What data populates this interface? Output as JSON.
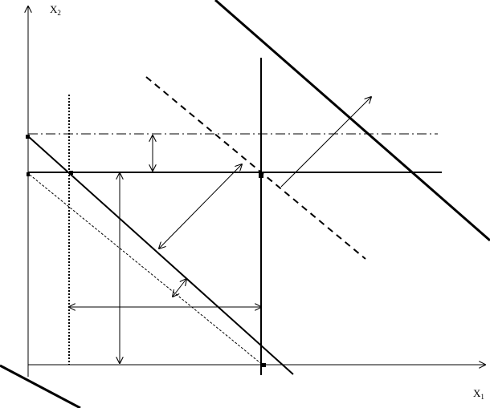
{
  "axes": {
    "x_label": "X",
    "x_sub": "1",
    "y_label": "X",
    "y_sub": "2"
  },
  "colors": {
    "ink": "#000000",
    "background": "#ffffff"
  }
}
